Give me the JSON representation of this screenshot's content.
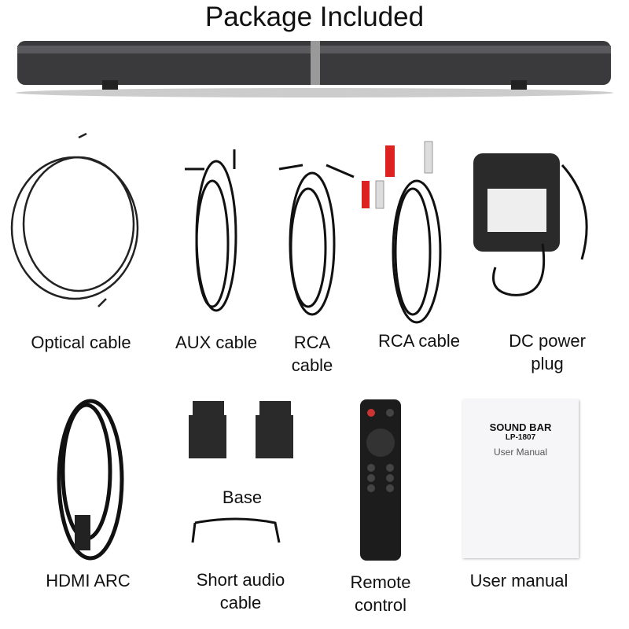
{
  "title": "Package Included",
  "items": [
    {
      "label": "Optical cable"
    },
    {
      "label": "AUX cable"
    },
    {
      "label": "RCA\ncable"
    },
    {
      "label": "RCA cable"
    },
    {
      "label": "DC power\nplug"
    },
    {
      "label": "HDMI ARC"
    },
    {
      "label": "Base"
    },
    {
      "label": "Short audio\ncable"
    },
    {
      "label": "Remote\ncontrol"
    },
    {
      "label": "User manual"
    }
  ],
  "manual": {
    "title": "SOUND BAR",
    "model": "LP-1807",
    "subtitle": "User Manual"
  }
}
